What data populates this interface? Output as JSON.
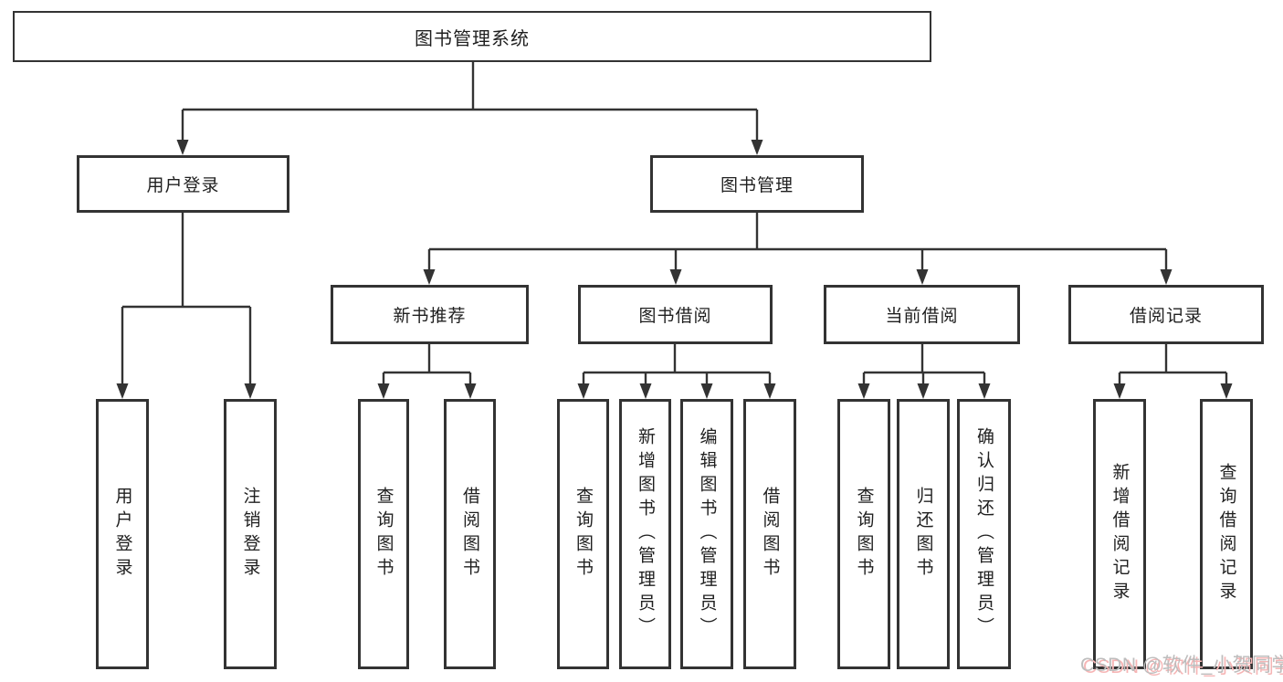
{
  "tree": {
    "label": "图书管理系统",
    "children": [
      {
        "label": "用户登录",
        "children": [
          {
            "label": "用户登录"
          },
          {
            "label": "注销登录"
          }
        ]
      },
      {
        "label": "图书管理",
        "children": [
          {
            "label": "新书推荐",
            "children": [
              {
                "label": "查询图书"
              },
              {
                "label": "借阅图书"
              }
            ]
          },
          {
            "label": "图书借阅",
            "children": [
              {
                "label": "查询图书"
              },
              {
                "label": "新增图书（管理员）"
              },
              {
                "label": "编辑图书（管理员）"
              },
              {
                "label": "借阅图书"
              }
            ]
          },
          {
            "label": "当前借阅",
            "children": [
              {
                "label": "查询图书"
              },
              {
                "label": "归还图书"
              },
              {
                "label": "确认归还（管理员）"
              }
            ]
          },
          {
            "label": "借阅记录",
            "children": [
              {
                "label": "新增借阅记录"
              },
              {
                "label": "查询借阅记录"
              }
            ]
          }
        ]
      }
    ]
  },
  "watermark": {
    "text": "CSDN @软件_小贺同学"
  },
  "colors": {
    "line": "#333333",
    "box_border": "#333333",
    "box_fill": "#ffffff",
    "text": "#1f1f1f",
    "watermark_text": "#bdbdbd",
    "watermark_shadow": "#f6b5b5"
  }
}
